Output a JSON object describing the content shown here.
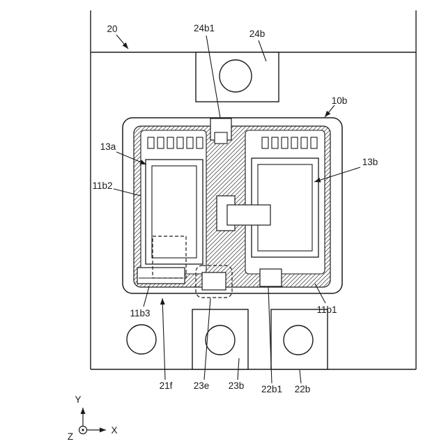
{
  "figure": {
    "type": "patent-plan-view-diagram",
    "reference_labels": {
      "r20": "20",
      "r24b1": "24b1",
      "r24b": "24b",
      "r10b": "10b",
      "r13a": "13a",
      "r11b2": "11b2",
      "r13b": "13b",
      "r11b1": "11b1",
      "r11b3": "11b3",
      "r21f": "21f",
      "r23e": "23e",
      "r23b": "23b",
      "r22b1": "22b1",
      "r22b": "22b"
    },
    "axis_labels": {
      "x": "X",
      "y": "Y",
      "z": "Z"
    },
    "colors": {
      "line": "#1a1a1a",
      "background": "#ffffff",
      "hatch_line": "#3a3a3a"
    }
  }
}
